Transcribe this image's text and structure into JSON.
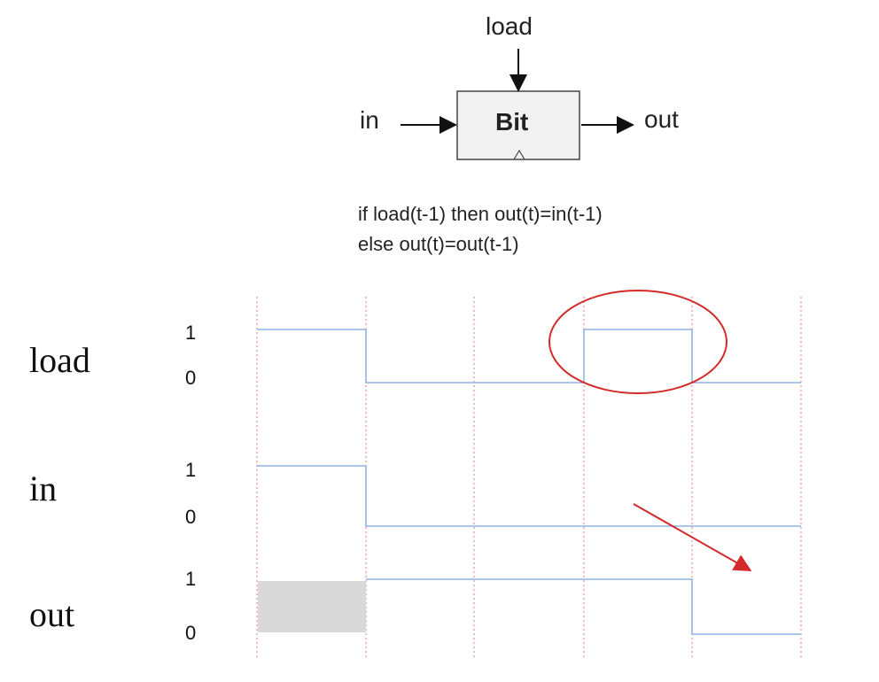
{
  "chip": {
    "name": "Bit",
    "input_label": "in",
    "load_label": "load",
    "output_label": "out"
  },
  "formula": {
    "line1": "if load(t-1) then out(t)=in(t-1)",
    "line2": "else out(t)=out(t-1)"
  },
  "timing": {
    "levels": {
      "high": "1",
      "low": "0"
    },
    "signals": [
      {
        "name": "load",
        "values": [
          1,
          0,
          0,
          1,
          0
        ]
      },
      {
        "name": "in",
        "values": [
          1,
          0,
          0,
          0,
          0
        ]
      },
      {
        "name": "out",
        "values": [
          null,
          1,
          1,
          1,
          0
        ]
      }
    ]
  },
  "colors": {
    "waveform": "#8fb4e6",
    "gridline": "#e07a7a",
    "annotation": "#d42a2a",
    "undefined_fill": "#d9d9d9",
    "chip_fill": "#f2f2f2"
  }
}
